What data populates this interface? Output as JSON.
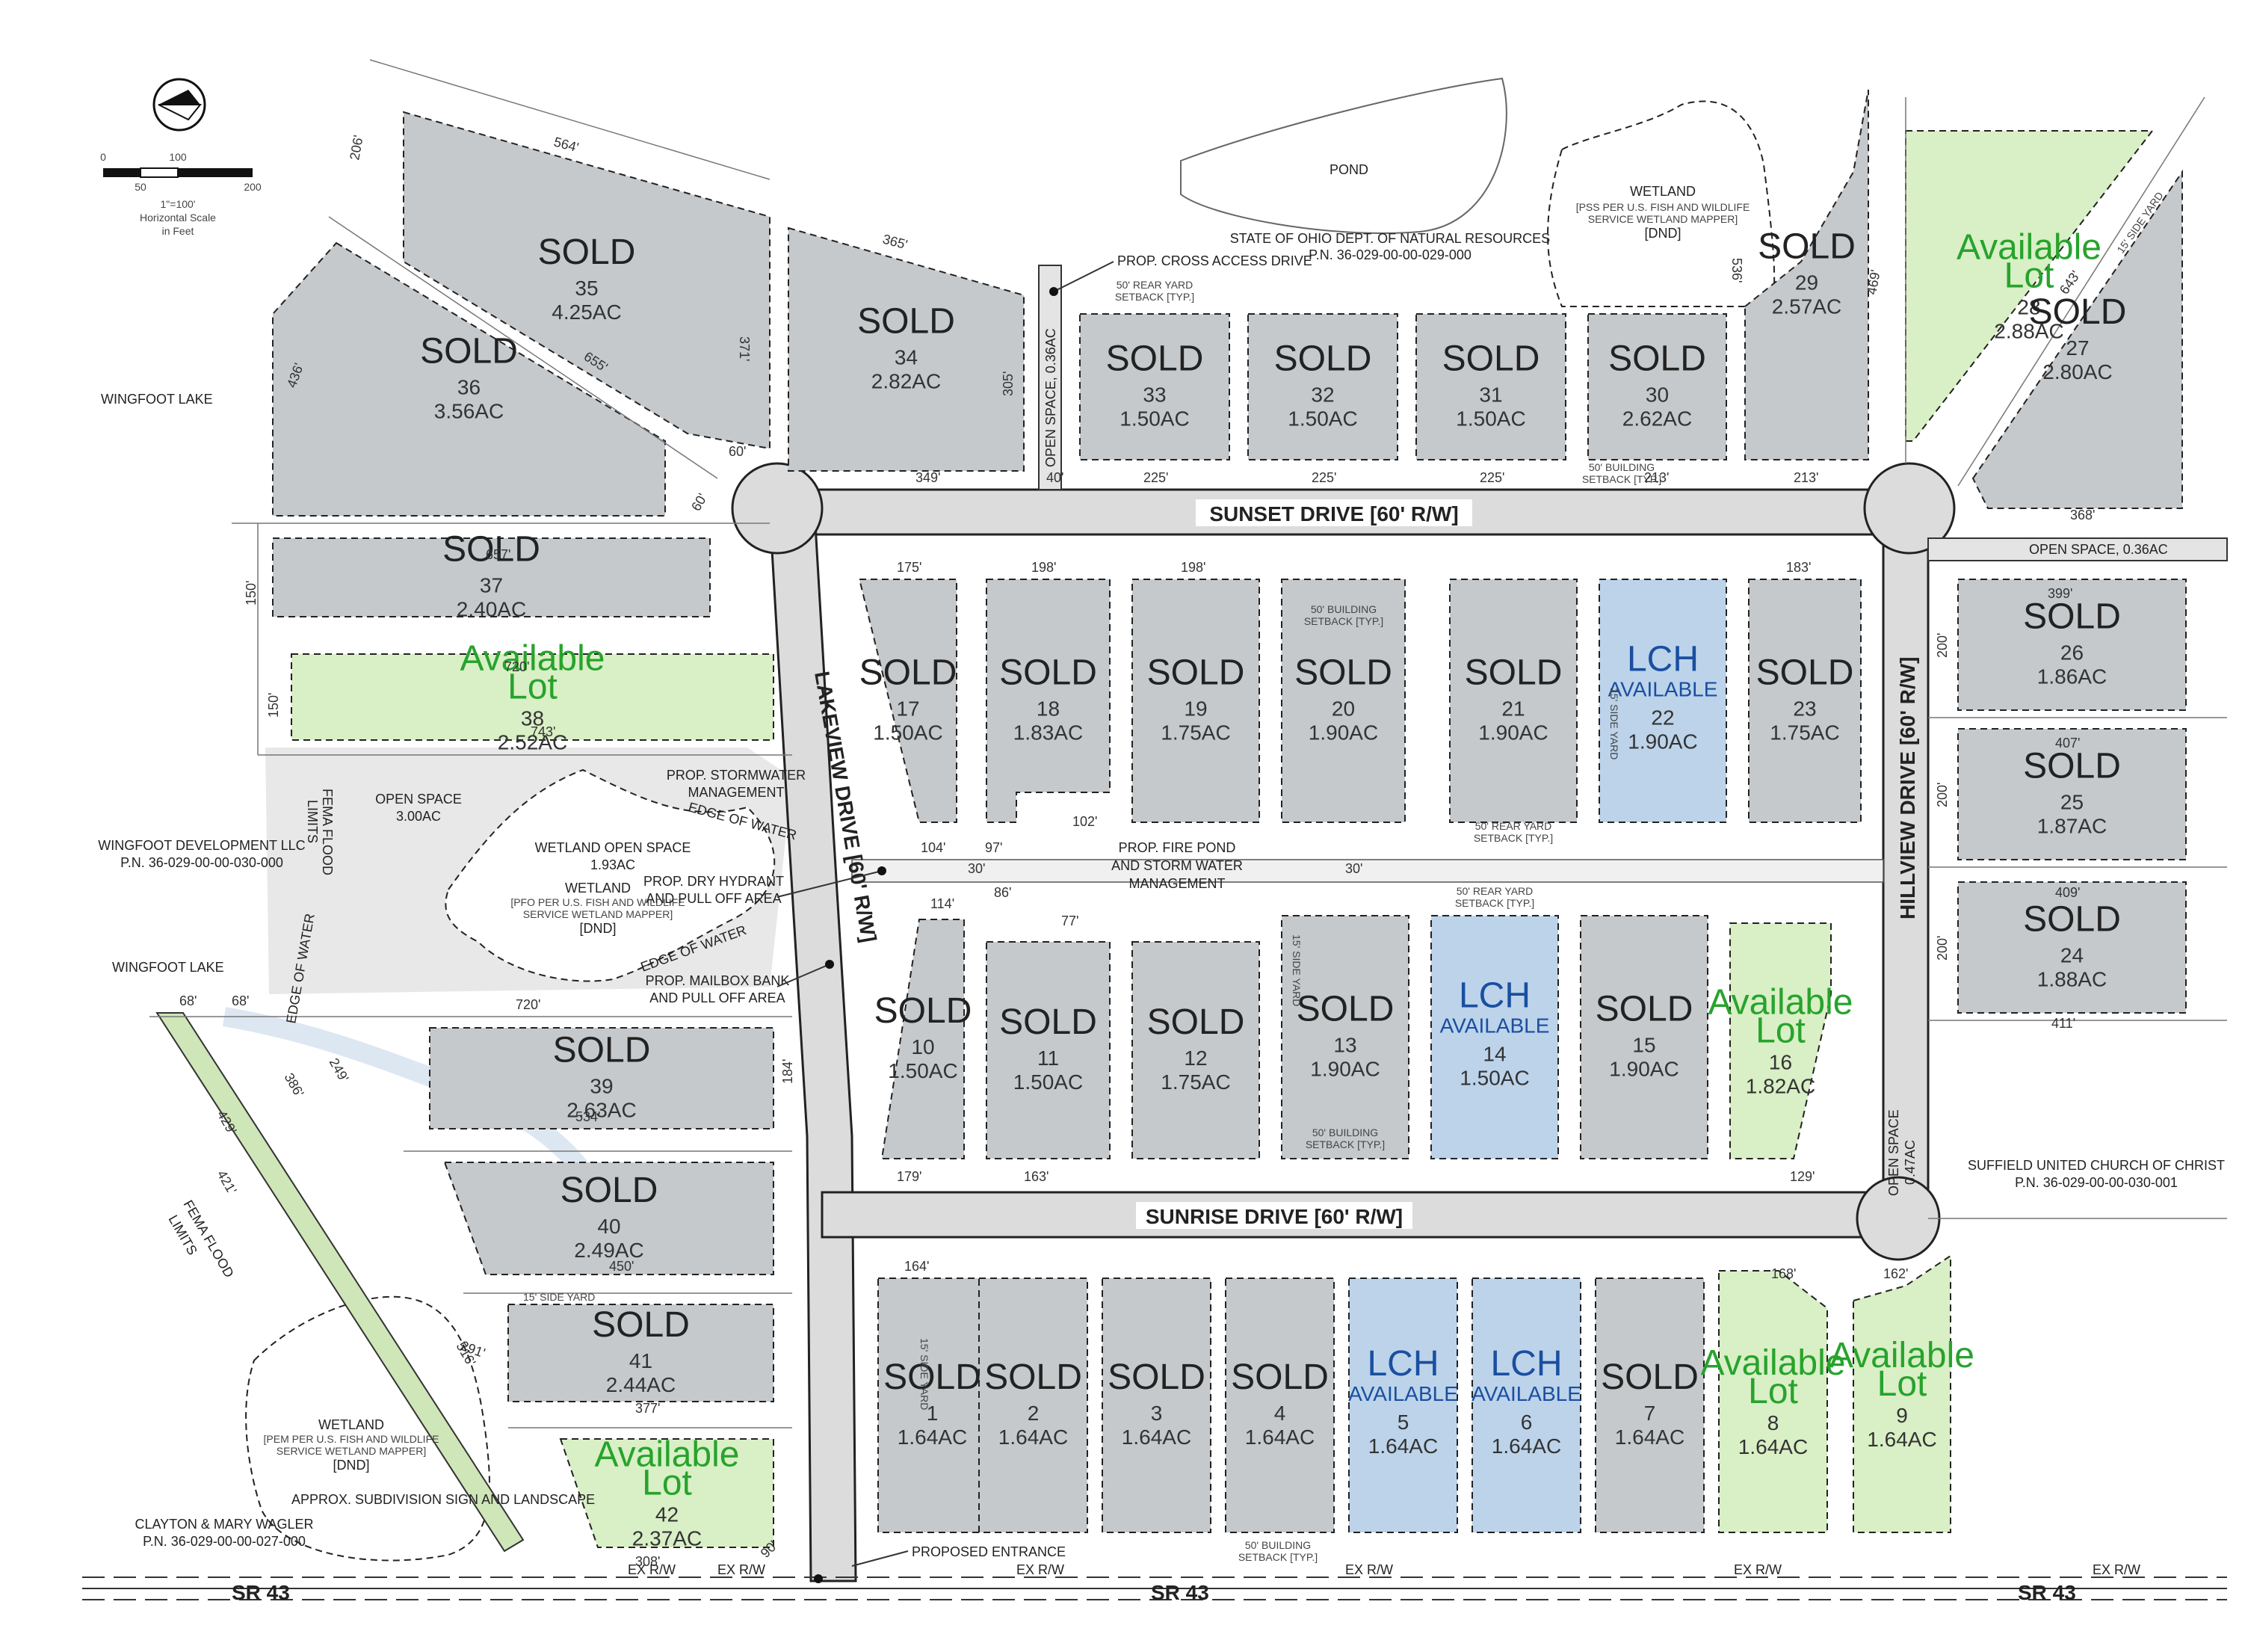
{
  "lots": [
    {
      "id": "l35",
      "number": "35",
      "acres": "4.25AC",
      "status": "SOLD"
    },
    {
      "id": "l36",
      "number": "36",
      "acres": "3.56AC",
      "status": "SOLD"
    },
    {
      "id": "l34",
      "number": "34",
      "acres": "2.82AC",
      "status": "SOLD"
    },
    {
      "id": "l33",
      "number": "33",
      "acres": "1.50AC",
      "status": "SOLD"
    },
    {
      "id": "l32",
      "number": "32",
      "acres": "1.50AC",
      "status": "SOLD"
    },
    {
      "id": "l31",
      "number": "31",
      "acres": "1.50AC",
      "status": "SOLD"
    },
    {
      "id": "l30",
      "number": "30",
      "acres": "2.62AC",
      "status": "SOLD"
    },
    {
      "id": "l29",
      "number": "29",
      "acres": "2.57AC",
      "status": "SOLD"
    },
    {
      "id": "l28",
      "number": "28",
      "acres": "2.88AC",
      "status": "Available Lot"
    },
    {
      "id": "l27",
      "number": "27",
      "acres": "2.80AC",
      "status": "SOLD"
    },
    {
      "id": "l37",
      "number": "37",
      "acres": "2.40AC",
      "status": "SOLD"
    },
    {
      "id": "l38",
      "number": "38",
      "acres": "2.52AC",
      "status": "Available Lot"
    },
    {
      "id": "l17",
      "number": "17",
      "acres": "1.50AC",
      "status": "SOLD"
    },
    {
      "id": "l18",
      "number": "18",
      "acres": "1.83AC",
      "status": "SOLD"
    },
    {
      "id": "l19",
      "number": "19",
      "acres": "1.75AC",
      "status": "SOLD"
    },
    {
      "id": "l20",
      "number": "20",
      "acres": "1.90AC",
      "status": "SOLD"
    },
    {
      "id": "l21",
      "number": "21",
      "acres": "1.90AC",
      "status": "SOLD"
    },
    {
      "id": "l22",
      "number": "22",
      "acres": "1.90AC",
      "status": "LCH AVAILABLE"
    },
    {
      "id": "l23",
      "number": "23",
      "acres": "1.75AC",
      "status": "SOLD"
    },
    {
      "id": "l26",
      "number": "26",
      "acres": "1.86AC",
      "status": "SOLD"
    },
    {
      "id": "l25",
      "number": "25",
      "acres": "1.87AC",
      "status": "SOLD"
    },
    {
      "id": "l24",
      "number": "24",
      "acres": "1.88AC",
      "status": "SOLD"
    },
    {
      "id": "l10",
      "number": "10",
      "acres": "1.50AC",
      "status": "SOLD"
    },
    {
      "id": "l11",
      "number": "11",
      "acres": "1.50AC",
      "status": "SOLD"
    },
    {
      "id": "l12",
      "number": "12",
      "acres": "1.75AC",
      "status": "SOLD"
    },
    {
      "id": "l13",
      "number": "13",
      "acres": "1.90AC",
      "status": "SOLD"
    },
    {
      "id": "l14",
      "number": "14",
      "acres": "1.50AC",
      "status": "LCH AVAILABLE"
    },
    {
      "id": "l15",
      "number": "15",
      "acres": "1.90AC",
      "status": "SOLD"
    },
    {
      "id": "l16",
      "number": "16",
      "acres": "1.82AC",
      "status": "Available Lot"
    },
    {
      "id": "l39",
      "number": "39",
      "acres": "2.63AC",
      "status": "SOLD"
    },
    {
      "id": "l40",
      "number": "40",
      "acres": "2.49AC",
      "status": "SOLD"
    },
    {
      "id": "l41",
      "number": "41",
      "acres": "2.44AC",
      "status": "SOLD"
    },
    {
      "id": "l42",
      "number": "42",
      "acres": "2.37AC",
      "status": "Available Lot"
    },
    {
      "id": "l1",
      "number": "1",
      "acres": "1.64AC",
      "status": "SOLD"
    },
    {
      "id": "l2",
      "number": "2",
      "acres": "1.64AC",
      "status": "SOLD"
    },
    {
      "id": "l3",
      "number": "3",
      "acres": "1.64AC",
      "status": "SOLD"
    },
    {
      "id": "l4",
      "number": "4",
      "acres": "1.64AC",
      "status": "SOLD"
    },
    {
      "id": "l5",
      "number": "5",
      "acres": "1.64AC",
      "status": "LCH AVAILABLE"
    },
    {
      "id": "l6",
      "number": "6",
      "acres": "1.64AC",
      "status": "LCH AVAILABLE"
    },
    {
      "id": "l7",
      "number": "7",
      "acres": "1.64AC",
      "status": "SOLD"
    },
    {
      "id": "l8",
      "number": "8",
      "acres": "1.64AC",
      "status": "Available Lot"
    },
    {
      "id": "l9",
      "number": "9",
      "acres": "1.64AC",
      "status": "Available Lot"
    }
  ],
  "status_words": {
    "sold": "SOLD",
    "available": "Available",
    "lot": "Lot",
    "available_lot": "Available Lot",
    "lch": "LCH",
    "lch_available": "AVAILABLE"
  },
  "streets": {
    "sunset": "SUNSET DRIVE [60' R/W]",
    "lakeview": "LAKEVIEW DRIVE [60' R/W]",
    "hillview": "HILLVIEW DRIVE [60' R/W]",
    "sunrise": "SUNRISE DRIVE [60' R/W]",
    "sr43": "SR 43"
  },
  "labels": {
    "pond": "POND",
    "state_ohio_1": "STATE OF OHIO DEPT. OF NATURAL RESOURCES",
    "state_ohio_2": "P.N. 36-029-00-00-029-000",
    "wetland": "WETLAND",
    "wetland_pss_1": "[PSS PER U.S. FISH AND WILDLIFE",
    "wetland_pss_2": "SERVICE WETLAND MAPPER]",
    "dnd": "[DND]",
    "cross_access": "PROP. CROSS ACCESS DRIVE",
    "open_space_036": "OPEN SPACE, 0.36AC",
    "open_space_036b": "OPEN SPACE, 0.36AC",
    "wingfoot_lake_1": "WINGFOOT LAKE",
    "wingfoot_lake_2": "WINGFOOT LAKE",
    "stormwater_1": "PROP. STORMWATER",
    "stormwater_2": "MANAGEMENT",
    "open_space_300_1": "OPEN SPACE",
    "open_space_300_2": "3.00AC",
    "wingfoot_dev_1": "WINGFOOT DEVELOPMENT LLC",
    "wingfoot_dev_2": "P.N. 36-029-00-00-030-000",
    "fema_1": "FEMA FLOOD",
    "fema_2": "LIMITS",
    "wetland_open_space_1": "WETLAND OPEN SPACE",
    "wetland_open_space_2": "1.93AC",
    "wetland_pfo_1": "[PFO PER U.S. FISH AND WILDLIFE",
    "wetland_pfo_2": "SERVICE WETLAND MAPPER]",
    "edge_of_water": "EDGE OF WATER",
    "dry_hydrant_1": "PROP. DRY HYDRANT",
    "dry_hydrant_2": "AND PULL OFF AREA",
    "mailbox_1": "PROP. MAILBOX BANK",
    "mailbox_2": "AND PULL OFF AREA",
    "fire_pond_1": "PROP. FIRE POND",
    "fire_pond_2": "AND STORM WATER",
    "fire_pond_3": "MANAGEMENT",
    "open_space_047_1": "OPEN SPACE",
    "open_space_047_2": "0.47AC",
    "suffield_1": "SUFFIELD UNITED CHURCH OF CHRIST",
    "suffield_2": "P.N. 36-029-00-00-030-001",
    "wetland_pem_1": "[PEM PER U.S. FISH AND WILDLIFE",
    "wetland_pem_2": "SERVICE WETLAND MAPPER]",
    "sign_landscape": "APPROX. SUBDIVISION SIGN AND LANDSCAPE",
    "clayton_1": "CLAYTON & MARY WAGLER",
    "clayton_2": "P.N. 36-029-00-00-027-000",
    "proposed_entrance": "PROPOSED ENTRANCE",
    "rear_setback": "50' REAR YARD",
    "setback_typ": "SETBACK [TYP.]",
    "building_setback": "50' BUILDING",
    "side_setback": "15' SIDE YARD",
    "ex_rw": "EX R/W"
  },
  "scale": {
    "s0": "0",
    "s100": "100",
    "s50": "50",
    "s200": "200",
    "ratio": "1\"=100'",
    "desc_1": "Horizontal Scale",
    "desc_2": "in Feet"
  },
  "dims": {
    "d564": "564'",
    "d206": "206'",
    "d371": "371'",
    "d365": "365'",
    "d305": "305'",
    "d436": "436'",
    "d655": "655'",
    "d60a": "60'",
    "d60b": "60'",
    "d349": "349'",
    "d40": "40'",
    "d225a": "225'",
    "d225b": "225'",
    "d225c": "225'",
    "d213a": "213'",
    "d213b": "213'",
    "d536": "536'",
    "d469": "469'",
    "d643": "643'",
    "d368": "368'",
    "d657": "657'",
    "d720a": "720'",
    "d743": "743'",
    "d150a": "150'",
    "d150b": "150'",
    "d175": "175'",
    "d198a": "198'",
    "d198b": "198'",
    "d183": "183'",
    "d399": "399'",
    "d407": "407'",
    "d409": "409'",
    "d411": "411'",
    "d200a": "200'",
    "d200b": "200'",
    "d200c": "200'",
    "d104": "104'",
    "d97": "97'",
    "d102": "102'",
    "d30a": "30'",
    "d30b": "30'",
    "d114": "114'",
    "d86": "86'",
    "d77": "77'",
    "d179": "179'",
    "d163": "163'",
    "d129": "129'",
    "d720b": "720'",
    "d68a": "68'",
    "d68b": "68'",
    "d386": "386'",
    "d429": "429'",
    "d421": "421'",
    "d249": "249'",
    "d534": "534'",
    "d450": "450'",
    "d377": "377'",
    "d184": "184'",
    "d308": "308'",
    "d164": "164'",
    "d168": "168'",
    "d162": "162'",
    "d291": "291'",
    "d516": "516'",
    "d90": "90'"
  }
}
